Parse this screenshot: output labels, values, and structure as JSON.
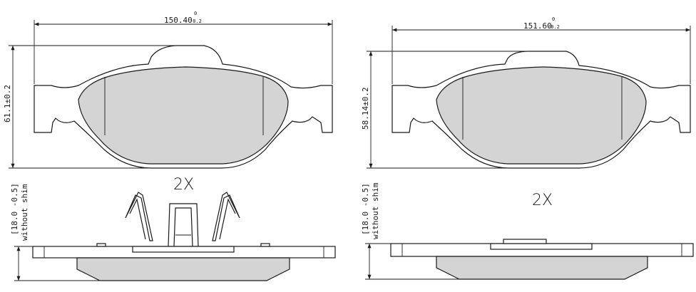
{
  "left_pad": {
    "width_value": "150.40",
    "width_tol_upper": "0",
    "width_tol_lower": "-0.2",
    "height_label": "61.1±0.2",
    "quantity": "2X",
    "thickness_label": "[18.0 -0.5]",
    "thickness_note": "without shim"
  },
  "right_pad": {
    "width_value": "151.60",
    "width_tol_upper": "0",
    "width_tol_lower": "-0.2",
    "height_label": "58.14±0.2",
    "quantity": "2X",
    "thickness_label": "[18.0 -0.5]",
    "thickness_note": "without shim"
  }
}
